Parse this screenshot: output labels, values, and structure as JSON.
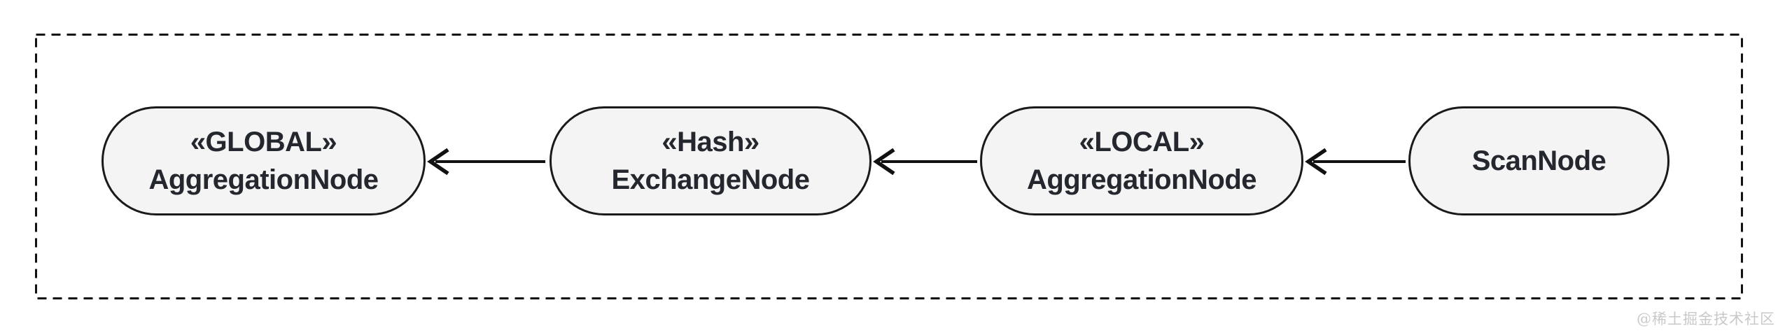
{
  "diagram": {
    "direction": "right-to-left",
    "nodes": [
      {
        "stereotype": "«GLOBAL»",
        "label": "AggregationNode"
      },
      {
        "stereotype": "«Hash»",
        "label": "ExchangeNode"
      },
      {
        "stereotype": "«LOCAL»",
        "label": "AggregationNode"
      },
      {
        "label": "ScanNode"
      }
    ],
    "edges": [
      {
        "from": "ScanNode",
        "to": "«LOCAL» AggregationNode"
      },
      {
        "from": "«LOCAL» AggregationNode",
        "to": "«Hash» ExchangeNode"
      },
      {
        "from": "«Hash» ExchangeNode",
        "to": "«GLOBAL» AggregationNode"
      }
    ],
    "colors": {
      "background": "#ffffff",
      "node_fill": "#f4f4f4",
      "node_border": "#1a1a1a",
      "text": "#24272e",
      "frame_border": "#111111",
      "arrow": "#111111",
      "watermark": "#c9c9c9"
    }
  },
  "watermark": {
    "text": "@稀土掘金技术社区"
  }
}
